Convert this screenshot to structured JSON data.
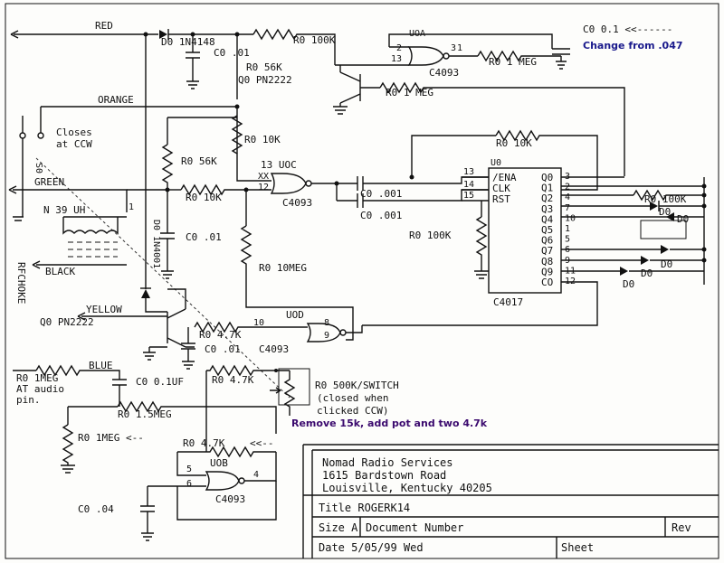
{
  "wires": {
    "red": "RED",
    "orange": "ORANGE",
    "green": "GREEN",
    "black": "BLACK",
    "yellow": "YELLOW",
    "blue": "BLUE"
  },
  "labels": {
    "cap_top_right": "C0 0.1 <<------",
    "note_top": "Change from .047",
    "diode_d0_1n4148": "D0 1N4148",
    "c0_01_top": "C0 .01",
    "r0_100k_top": "R0 100K",
    "r0_56k_top": "R0 56K",
    "q0_pn2222_top": "Q0 PN2222",
    "uoa": "UOA",
    "uoa_pin2": "2",
    "uoa_pin1": "1",
    "uoa_pin3": "3",
    "uoa_pin13": "13",
    "c4093_a": "C4093",
    "r0_1meg_a": "R0 1 MEG",
    "r0_1meg_b": "R0 1 MEG",
    "closes_ccw_1": "Closes",
    "closes_ccw_2": "at CCW",
    "s0": "S0",
    "r0_10k_mid": "R0 10K",
    "r0_10k_right": "R0 10K",
    "r0_56k_mid": "R0 56K",
    "uoc": "13 UOC",
    "uoc_pins": "XX",
    "uoc_pin12": "12",
    "c4093_c": "C4093",
    "r0_10k_green": "R0 10K",
    "n39uh": "N 39 UH",
    "n39_pin1": "1",
    "c0_001_a": "C0 .001",
    "c0_001_b": "C0 .001",
    "u0": "U0",
    "ic_pin13": "13",
    "ic_pin14": "14",
    "ic_pin15": "15",
    "ic_ena": "/ENA",
    "ic_clk": "CLK",
    "ic_rst": "RST",
    "c4017": "C4017",
    "q_outputs": [
      "Q0",
      "Q1",
      "Q2",
      "Q3",
      "Q4",
      "Q5",
      "Q6",
      "Q7",
      "Q8",
      "Q9",
      "CO"
    ],
    "q_pins": [
      "3",
      "2",
      "4",
      "7",
      "10",
      "1",
      "5",
      "6",
      "9",
      "11",
      "12"
    ],
    "r0_100k_q": "R0 100K",
    "d0_q3": "D0",
    "d0_q4": "D0",
    "d0_q8": "D0",
    "d0_q9": "D0",
    "d0_co": "D0",
    "r0_100k_rst": "R0 100K",
    "c0_01_left": "C0 .01",
    "d0_1n4001": "D0 1N4001",
    "r0_10meg": "R0 10MEG",
    "rfchoke": "RFCHOKE",
    "q0_pn2222_left": "Q0 PN2222",
    "r0_4_7k_a": "R0 4.7K",
    "c0_01_b": "C0 .01",
    "uod": "UOD",
    "uod_pin10": "10",
    "uod_pin8": "8",
    "uod_pin9": "9",
    "c4093_d": "C4093",
    "r0_1meg_blue": "R0 1MEG",
    "at_audio_1": "AT audio",
    "at_audio_2": "pin.",
    "c0_01uf": "C0 0.1UF",
    "r0_4_7k_b": "R0 4.7K",
    "pot": "R0 500K/SWITCH",
    "pot_note_1": "(closed when",
    "pot_note_2": "clicked CCW)",
    "note_pot": "Remove 15k, add pot and two 4.7k",
    "r0_1_5meg": "R0 1.5MEG",
    "r0_1meg_left": "R0 1MEG <--",
    "r0_4_7k_c": "R0 4.7K",
    "arrow_c": "<<--",
    "uob": "UOB",
    "uob_pin5": "5",
    "uob_pin6": "6",
    "uob_pin4": "4",
    "c4093_b": "C4093",
    "c0_04": "C0 .04"
  },
  "titleblock": {
    "company": "Nomad Radio Services",
    "street": "1615 Bardstown Road",
    "city": "Louisville, Kentucky 40205",
    "title": "Title ROGERK14",
    "size": "Size A",
    "docnum": "Document Number",
    "rev": "Rev",
    "date": "Date 5/05/99 Wed",
    "sheet": "Sheet"
  },
  "colors": {
    "note_blue": "#1a1a8c",
    "note_purple": "#3b0a6e"
  }
}
